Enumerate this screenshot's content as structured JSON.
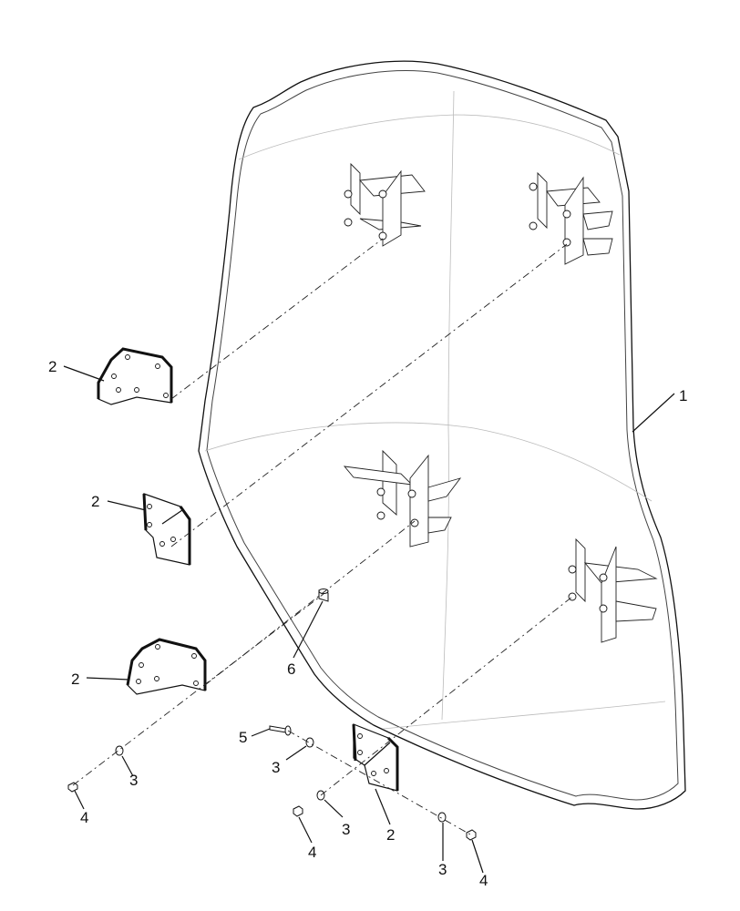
{
  "diagram": {
    "callouts": {
      "c1": "1",
      "c2a": "2",
      "c2b": "2",
      "c2c": "2",
      "c2d": "2",
      "c3a": "3",
      "c3b": "3",
      "c3c": "3",
      "c3d": "3",
      "c4a": "4",
      "c4b": "4",
      "c4c": "4",
      "c5": "5",
      "c6": "6"
    }
  }
}
